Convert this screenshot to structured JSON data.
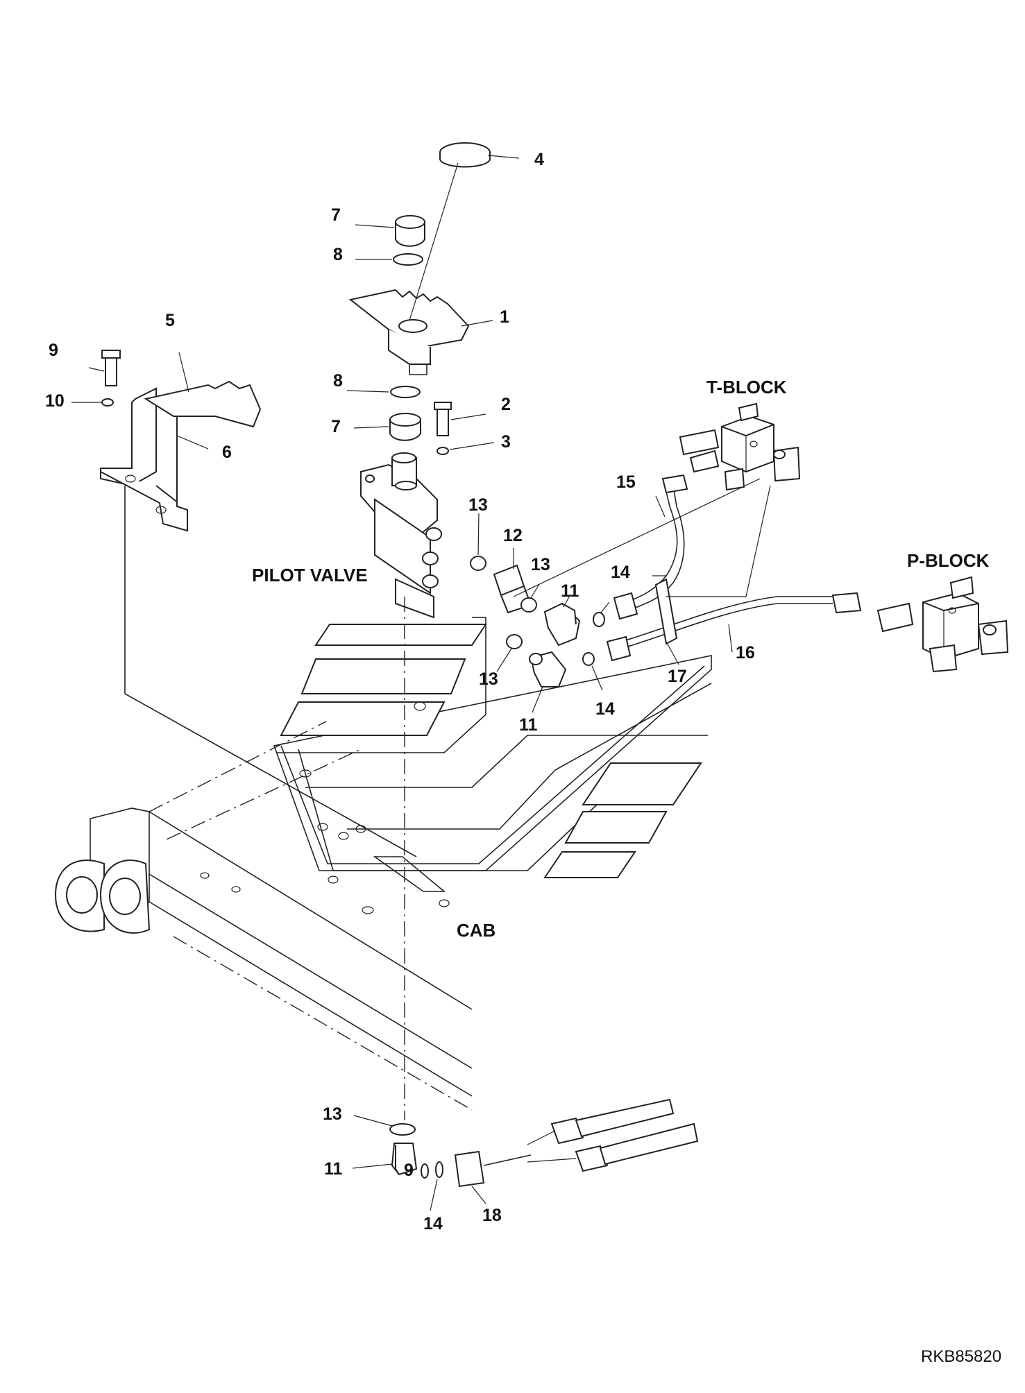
{
  "callouts": {
    "c1": "1",
    "c2": "2",
    "c3": "3",
    "c4": "4",
    "c5": "5",
    "c6": "6",
    "c7a": "7",
    "c7b": "7",
    "c8a": "8",
    "c8b": "8",
    "c9a": "9",
    "c9b": "9",
    "c10": "10",
    "c11a": "11",
    "c11b": "11",
    "c11c": "11",
    "c12": "12",
    "c13a": "13",
    "c13b": "13",
    "c13c": "13",
    "c13d": "13",
    "c14a": "14",
    "c14b": "14",
    "c14c": "14",
    "c15": "15",
    "c16": "16",
    "c17": "17",
    "c18": "18"
  },
  "labels": {
    "t_block": "T-BLOCK",
    "p_block": "P-BLOCK",
    "pilot_valve": "PILOT VALVE",
    "cab": "CAB"
  },
  "drawing_number": "RKB85820"
}
